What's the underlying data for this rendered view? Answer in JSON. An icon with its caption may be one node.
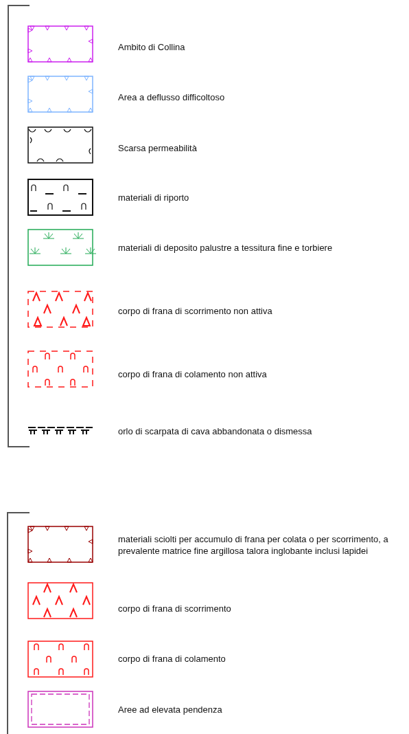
{
  "diagram": {
    "legend": [
      {
        "text": "Ambito di Collina"
      },
      {
        "text": "Area a deflusso difficoltoso"
      },
      {
        "text": "Scarsa permeabilità"
      },
      {
        "text": "materiali di riporto"
      },
      {
        "text": "materiali di deposito palustre a tessitura fine e torbiere"
      },
      {
        "text": "corpo di frana di scorrimento non attiva"
      },
      {
        "text": "corpo di frana di colamento non attiva"
      },
      {
        "text": "orlo di scarpata di cava abbandonata o dismessa"
      },
      {
        "text": "materiali sciolti per accumulo di frana per colata o per scorrimento, a prevalente matrice fine argillosa talora inglobante inclusi lapidei"
      },
      {
        "text": "corpo di frana di scorrimento"
      },
      {
        "text": "corpo di frana di colamento"
      },
      {
        "text": "Aree ad elevata pendenza"
      }
    ]
  }
}
